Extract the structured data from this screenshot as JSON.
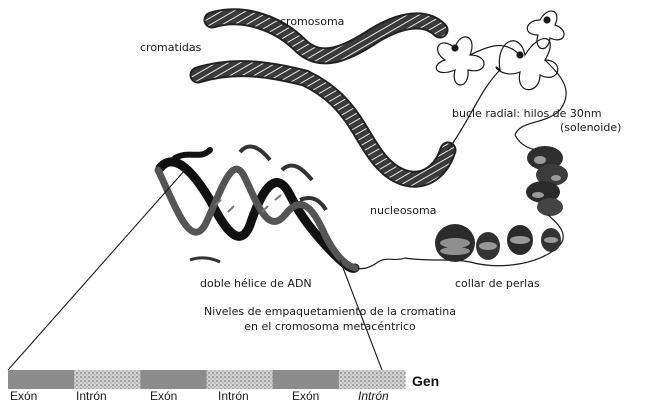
{
  "labels": {
    "cromosoma": "cromosoma",
    "cromatidas": "cromatidas",
    "bucle": "bucle radial: hilos de 30nm",
    "solenoide": "(solenoide)",
    "nucleosoma": "nucleosoma",
    "doble_helice": "doble hélice de ADN",
    "collar": "collar de perlas"
  },
  "caption": {
    "line1": "Niveles de empaquetamiento de la cromatina",
    "line2": "en el cromosoma metacéntrico"
  },
  "gene": {
    "title": "Gen",
    "segments": [
      "Exón",
      "Intrón",
      "Exón",
      "Intrón",
      "Exón",
      "Intrón"
    ]
  },
  "colors": {
    "exon": "#8c8c8c",
    "intron": "#c4c4c4",
    "ink": "#1a1a1a"
  }
}
